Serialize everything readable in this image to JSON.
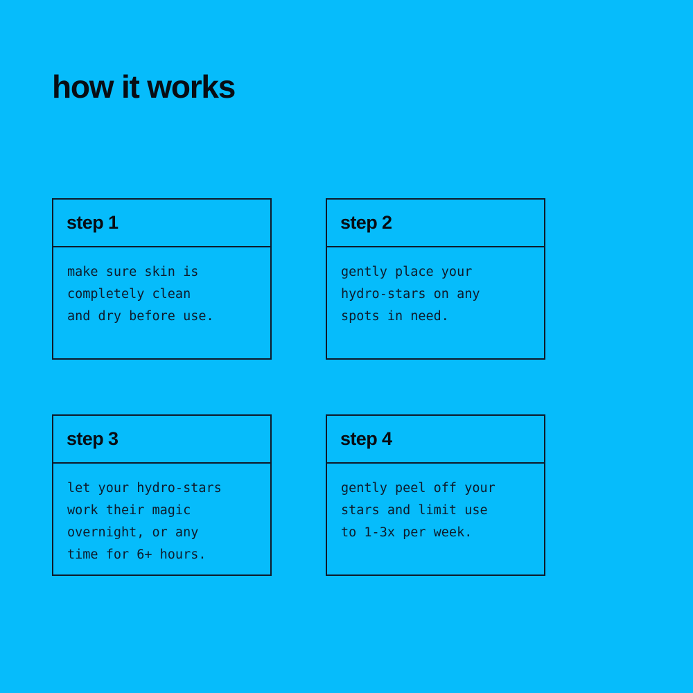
{
  "page": {
    "title": "how it works",
    "background_color": "#06bcfb",
    "ink_color": "#0e1a2b"
  },
  "steps": [
    {
      "label": "step 1",
      "text": "make sure skin is\ncompletely clean\nand dry before use."
    },
    {
      "label": "step 2",
      "text": "gently place your\nhydro-stars on any\nspots in need."
    },
    {
      "label": "step 3",
      "text": "let your hydro-stars\nwork their magic\novernight, or any\ntime for 6+ hours."
    },
    {
      "label": "step 4",
      "text": "gently peel off your\nstars and limit use\nto 1-3x per week."
    }
  ]
}
